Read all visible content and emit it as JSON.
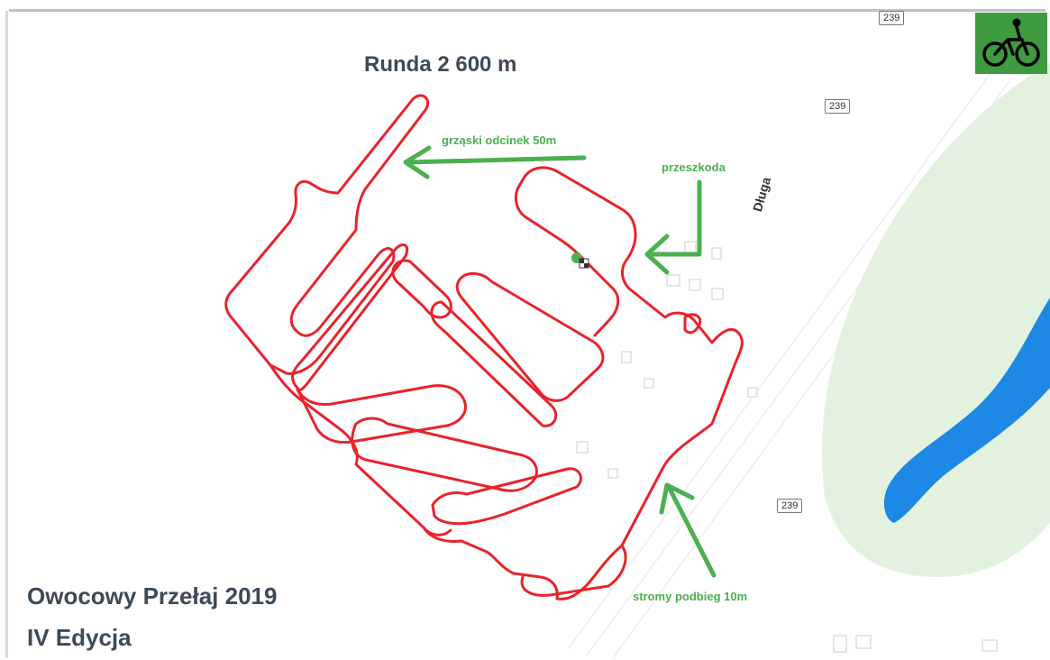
{
  "map": {
    "round_title": "Runda 2 600 m",
    "event_title": "Owocowy Przełaj 2019",
    "event_edition": "IV Edycja",
    "street_name": "Długa",
    "road_number": "239",
    "annotations": {
      "muddy_section": "grząski odcinek 50m",
      "obstacle": "przeszkoda",
      "steep_climb": "stromy podbieg 10m"
    },
    "colors": {
      "route": "#e8232a",
      "annotation": "#4caf50",
      "park": "#e3f2de",
      "river": "#1e88e5",
      "title_text": "#3d4a57",
      "badge_bg": "#3e9b3e"
    },
    "icons": {
      "activity": "bicycle-icon",
      "start_marker": "checkered-flag-icon"
    }
  }
}
